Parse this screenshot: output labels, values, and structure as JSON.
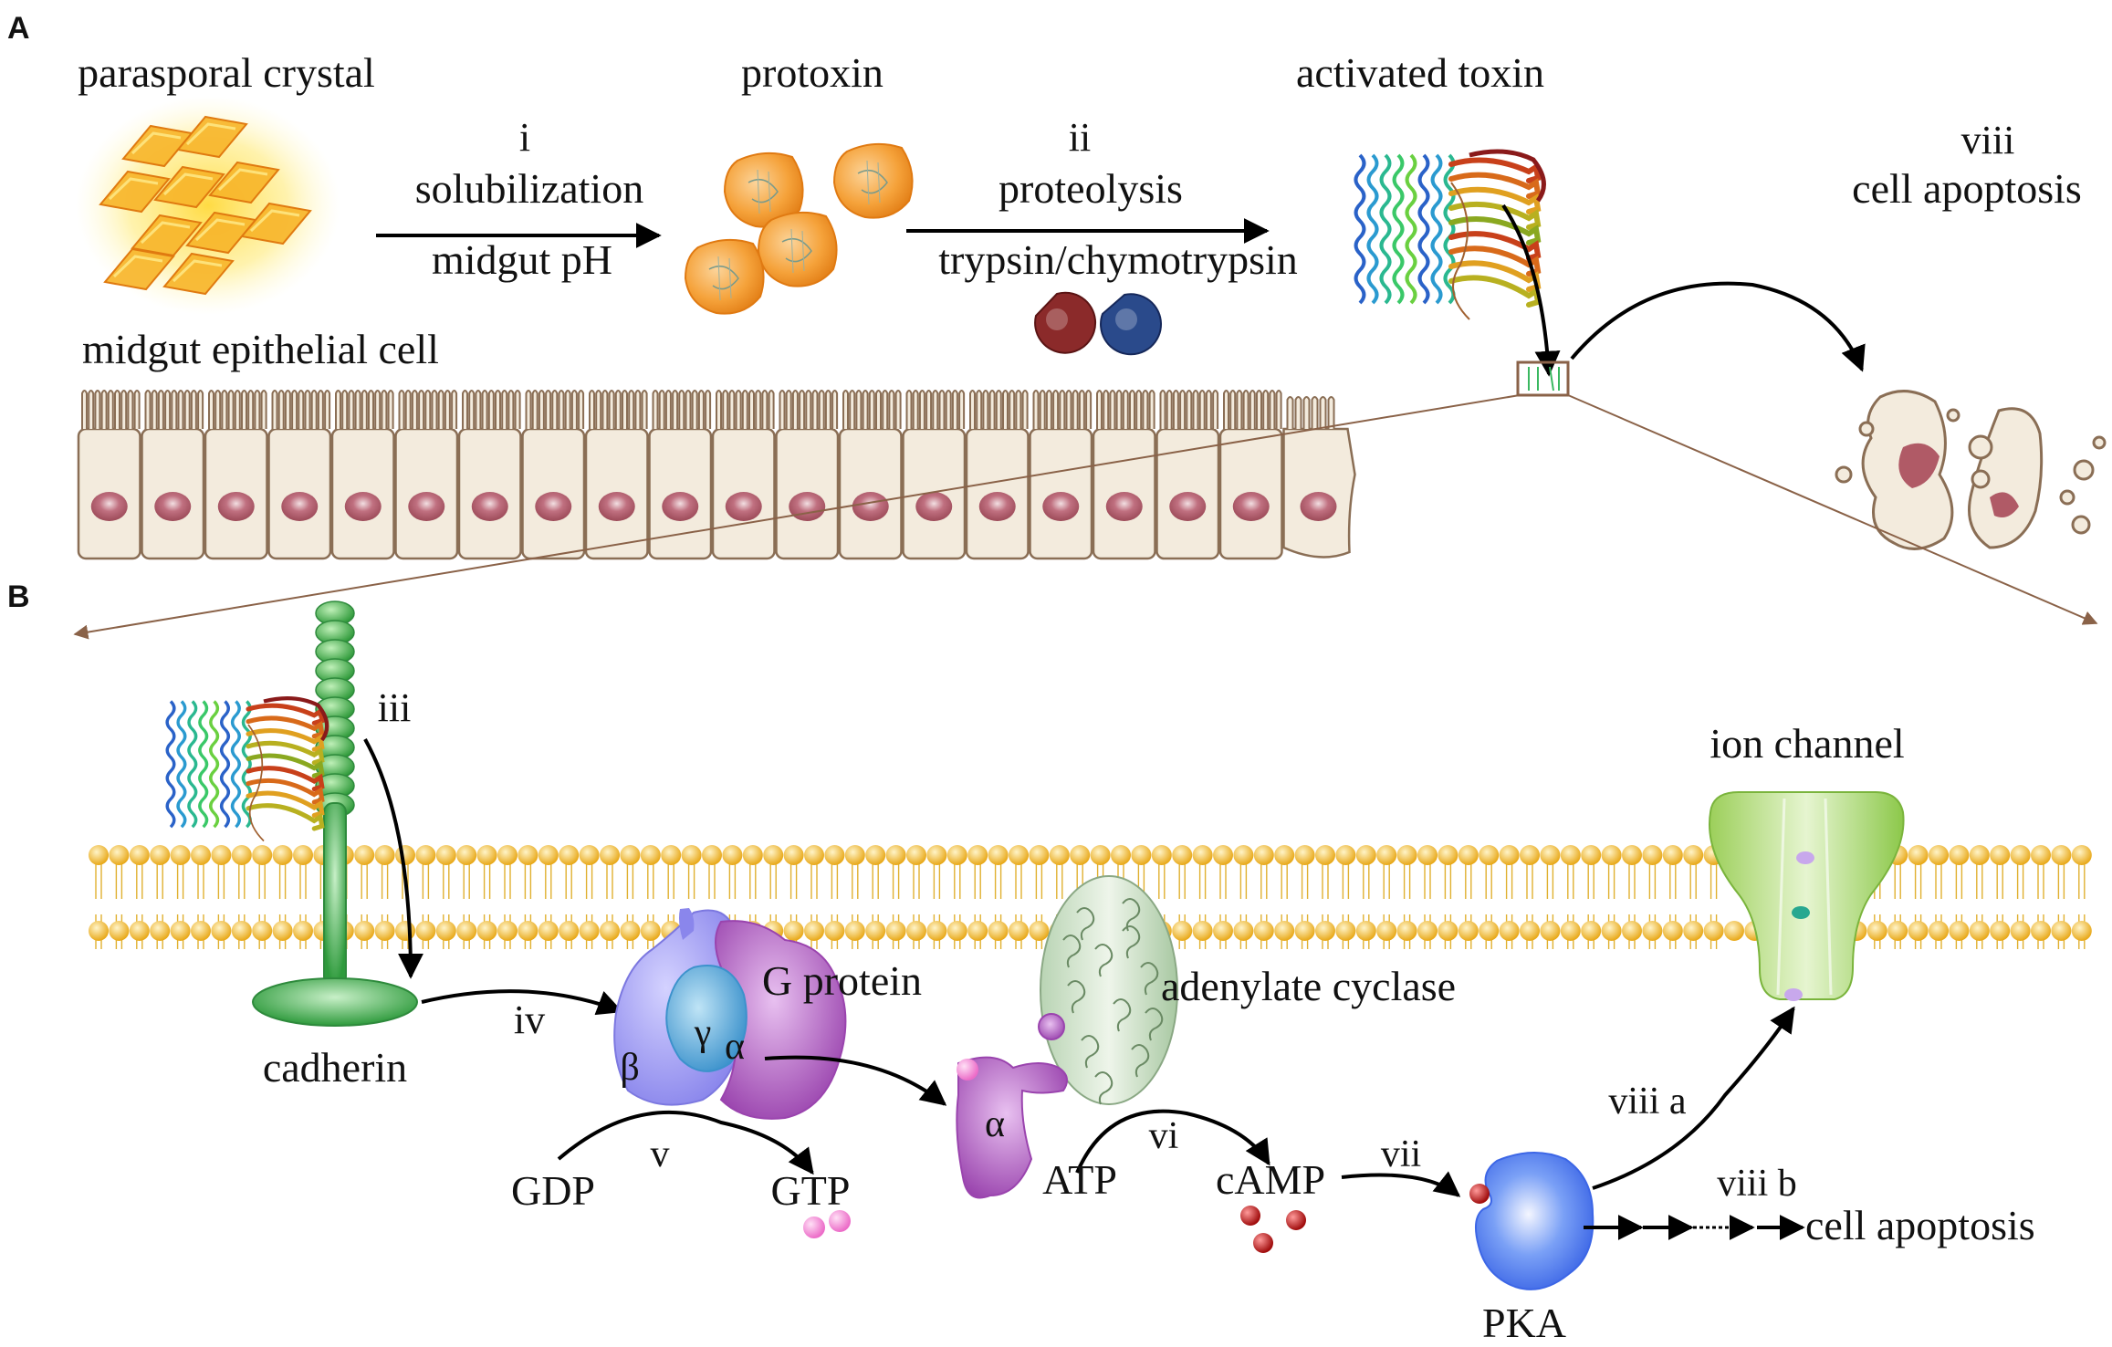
{
  "panel_a": {
    "letter": "A",
    "labels": {
      "parasporal_crystal": "parasporal crystal",
      "protoxin": "protoxin",
      "activated_toxin": "activated toxin",
      "midgut_epithelial_cell": "midgut epithelial cell"
    },
    "steps": {
      "i_num": "i",
      "i_name": "solubilization",
      "i_cond": "midgut pH",
      "ii_num": "ii",
      "ii_name": "proteolysis",
      "ii_cond": "trypsin/chymotrypsin",
      "viii_num": "viii",
      "viii_name": "cell apoptosis"
    }
  },
  "panel_b": {
    "letter": "B",
    "labels": {
      "cadherin": "cadherin",
      "g_protein": "G protein",
      "adenylate_cyclase": "adenylate cyclase",
      "ion_channel": "ion channel",
      "pka": "PKA",
      "gdp": "GDP",
      "gtp": "GTP",
      "atp": "ATP",
      "camp": "cAMP",
      "cell_apoptosis": "cell apoptosis",
      "beta": "β",
      "gamma": "γ",
      "alpha": "α",
      "alpha2": "α"
    },
    "steps": {
      "iii": "iii",
      "iv": "iv",
      "v": "v",
      "vi": "vi",
      "vii": "vii",
      "viii_a": "viii a",
      "viii_b": "viii b"
    }
  },
  "colors": {
    "cell_fill": "#f3ebdd",
    "cell_stroke": "#8a6e55",
    "nucleus": "#b05a66",
    "lipid_head": "#f2c23a",
    "cadherin": "#3aa84a",
    "g_beta": "#9a98f0",
    "g_gamma": "#5aa8d8",
    "g_alpha": "#b060c0",
    "adenylate_cyclase": "#c7dcc2",
    "ion_channel": "#8cc84a",
    "pka": "#5a86f0",
    "camp": "#c01818",
    "gtp": "#f080d0",
    "crystal": "#f5a21a",
    "protoxin": "#f3962a",
    "trypsin": "#8b2a2a",
    "chymotrypsin": "#2a4a8b",
    "zoom_line": "#8a6248"
  }
}
